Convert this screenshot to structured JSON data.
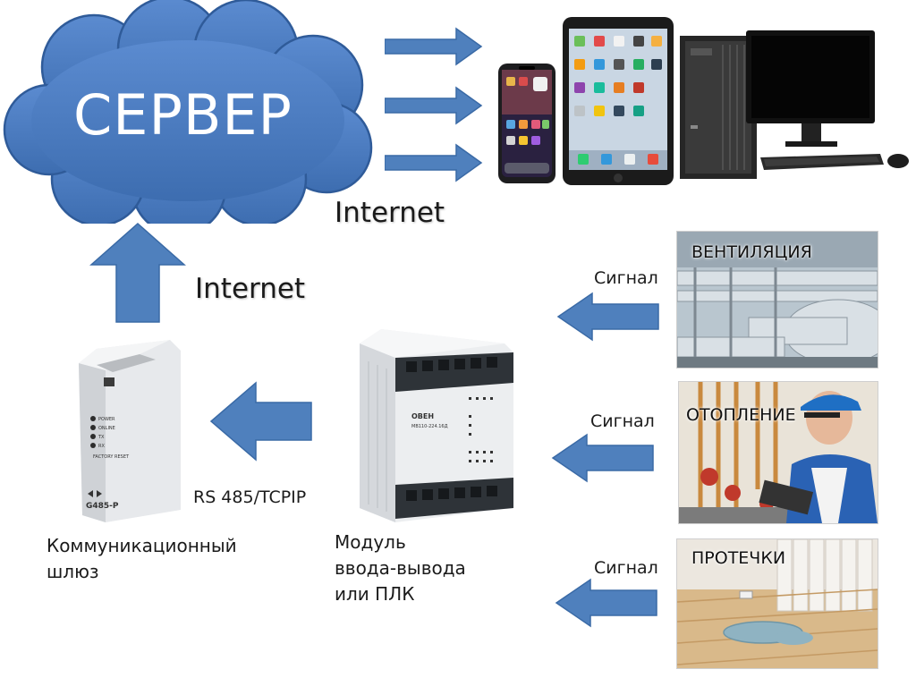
{
  "cloud": {
    "label": "СЕРВЕР",
    "color": "#4a7bc0"
  },
  "arrow_color": "#4f80bd",
  "labels": {
    "internet_top": "Internet",
    "internet_left": "Internet",
    "protocol": "RS 485/TCPIP",
    "gateway": [
      "Коммуникационный",
      "шлюз"
    ],
    "module": [
      "Модуль",
      "ввода-вывода",
      "или ПЛК"
    ],
    "signal": [
      "Сигнал",
      "Сигнал",
      "Сигнал"
    ]
  },
  "devices": {
    "gateway_model": "G485-P",
    "gateway_leds": [
      "POWER",
      "ONLINE",
      "TX",
      "RX"
    ],
    "gateway_reset": "FACTORY RESET",
    "module_brand": "ОВЕН",
    "module_model": "МВ110-224.16Д"
  },
  "photos": [
    {
      "title": "ВЕНТИЛЯЦИЯ"
    },
    {
      "title": "ОТОПЛЕНИЕ"
    },
    {
      "title": "ПРОТЕЧКИ"
    }
  ]
}
